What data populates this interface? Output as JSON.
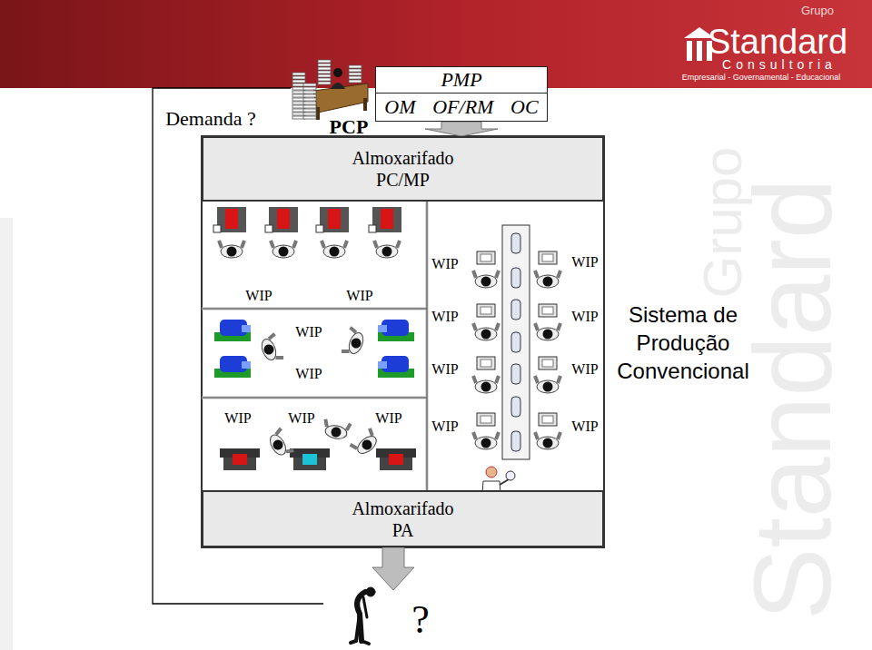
{
  "diagram": {
    "nodes": [
      {
        "text": [
          "PMP",
          "OM",
          "OF/RM",
          "OC"
        ]
      },
      {
        "text": [
          "Almoxarifado PC/MP"
        ]
      },
      {
        "text": [
          "Almoxarifado PA"
        ]
      }
    ],
    "edges": [
      {
        "from": 0,
        "to": 1,
        "arrow": "to"
      }
    ],
    "labels": [
      "Demanda ?",
      "PCP",
      "WIP",
      "WIP",
      "WIP",
      "WIP",
      "WIP",
      "WIP",
      "WIP",
      "WIP",
      "WIP",
      "WIP",
      "WIP",
      "WIP",
      "WIP",
      "WIP",
      "WIP",
      "Sistema de Produção Convencional",
      "?",
      "Grupo",
      "Standard",
      "Consultoria",
      "Empresarial - Governamental - Educacional",
      "Standard",
      "Grupo"
    ]
  }
}
